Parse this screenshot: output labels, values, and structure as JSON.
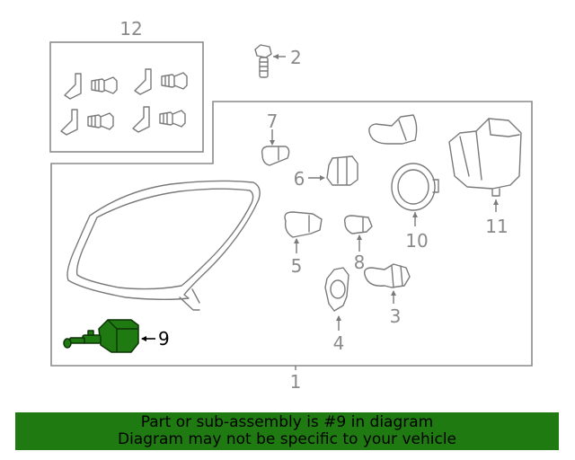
{
  "diagram": {
    "callouts": {
      "c1": "1",
      "c2": "2",
      "c3": "3",
      "c4": "4",
      "c5": "5",
      "c6": "6",
      "c7": "7",
      "c8": "8",
      "c9": "9",
      "c10": "10",
      "c11": "11",
      "c12": "12"
    },
    "highlighted_callout": "9",
    "highlight_color": "#1f7a12"
  },
  "banner": {
    "line1": "Part or sub-assembly is #9 in diagram",
    "line2": "Diagram may not be specific to your vehicle",
    "background": "#1f7a12"
  }
}
